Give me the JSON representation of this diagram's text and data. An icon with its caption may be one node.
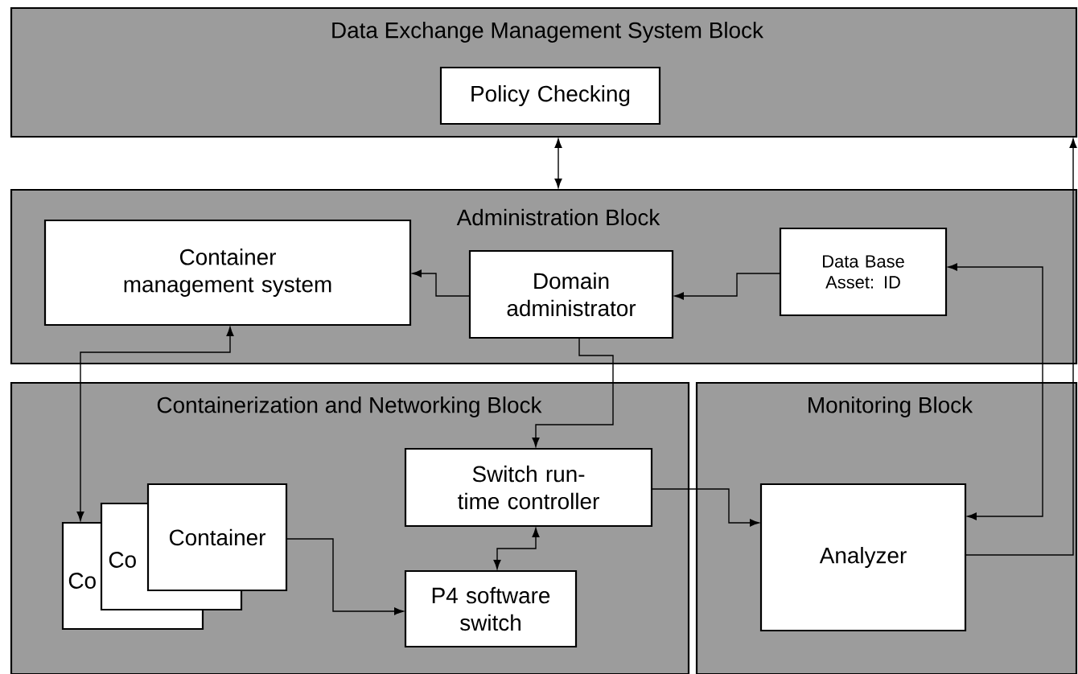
{
  "diagram": {
    "nodes": [
      {
        "text": [
          "Data Exchange Management System Block"
        ]
      },
      {
        "text": [
          "Policy Checking"
        ],
        "in": 0
      },
      {
        "text": [
          "Administration Block"
        ]
      },
      {
        "text": [
          "Container management system"
        ],
        "in": 2
      },
      {
        "text": [
          "Domain administrator"
        ],
        "in": 2
      },
      {
        "text": [
          "Data Base Asset: ID"
        ],
        "in": 2
      },
      {
        "text": [
          "Containerization and Networking Block"
        ]
      },
      {
        "text": [
          "Co"
        ],
        "in": 6
      },
      {
        "text": [
          "Co"
        ],
        "in": 6
      },
      {
        "text": [
          "Container"
        ],
        "in": 6
      },
      {
        "text": [
          "Switch run-time controller"
        ],
        "in": 6
      },
      {
        "text": [
          "P4 software switch"
        ],
        "in": 6
      },
      {
        "text": [
          "Monitoring Block"
        ]
      },
      {
        "text": [
          "Analyzer"
        ],
        "in": 12
      }
    ],
    "edges": [
      {
        "from": 0,
        "to": 2,
        "arrow": "both"
      },
      {
        "from": 13,
        "to": 0,
        "arrow": "to"
      },
      {
        "from": 5,
        "to": 4,
        "arrow": "to"
      },
      {
        "from": 4,
        "to": 3,
        "arrow": "to"
      },
      {
        "from": 4,
        "to": 10,
        "arrow": "to"
      },
      {
        "from": 5,
        "to": 13,
        "arrow": "both"
      },
      {
        "from": 3,
        "to": 7,
        "arrow": "both"
      },
      {
        "from": 9,
        "to": 11,
        "arrow": "to"
      },
      {
        "from": 10,
        "to": 11,
        "arrow": "both"
      },
      {
        "from": 10,
        "to": 13,
        "arrow": "to"
      }
    ]
  }
}
